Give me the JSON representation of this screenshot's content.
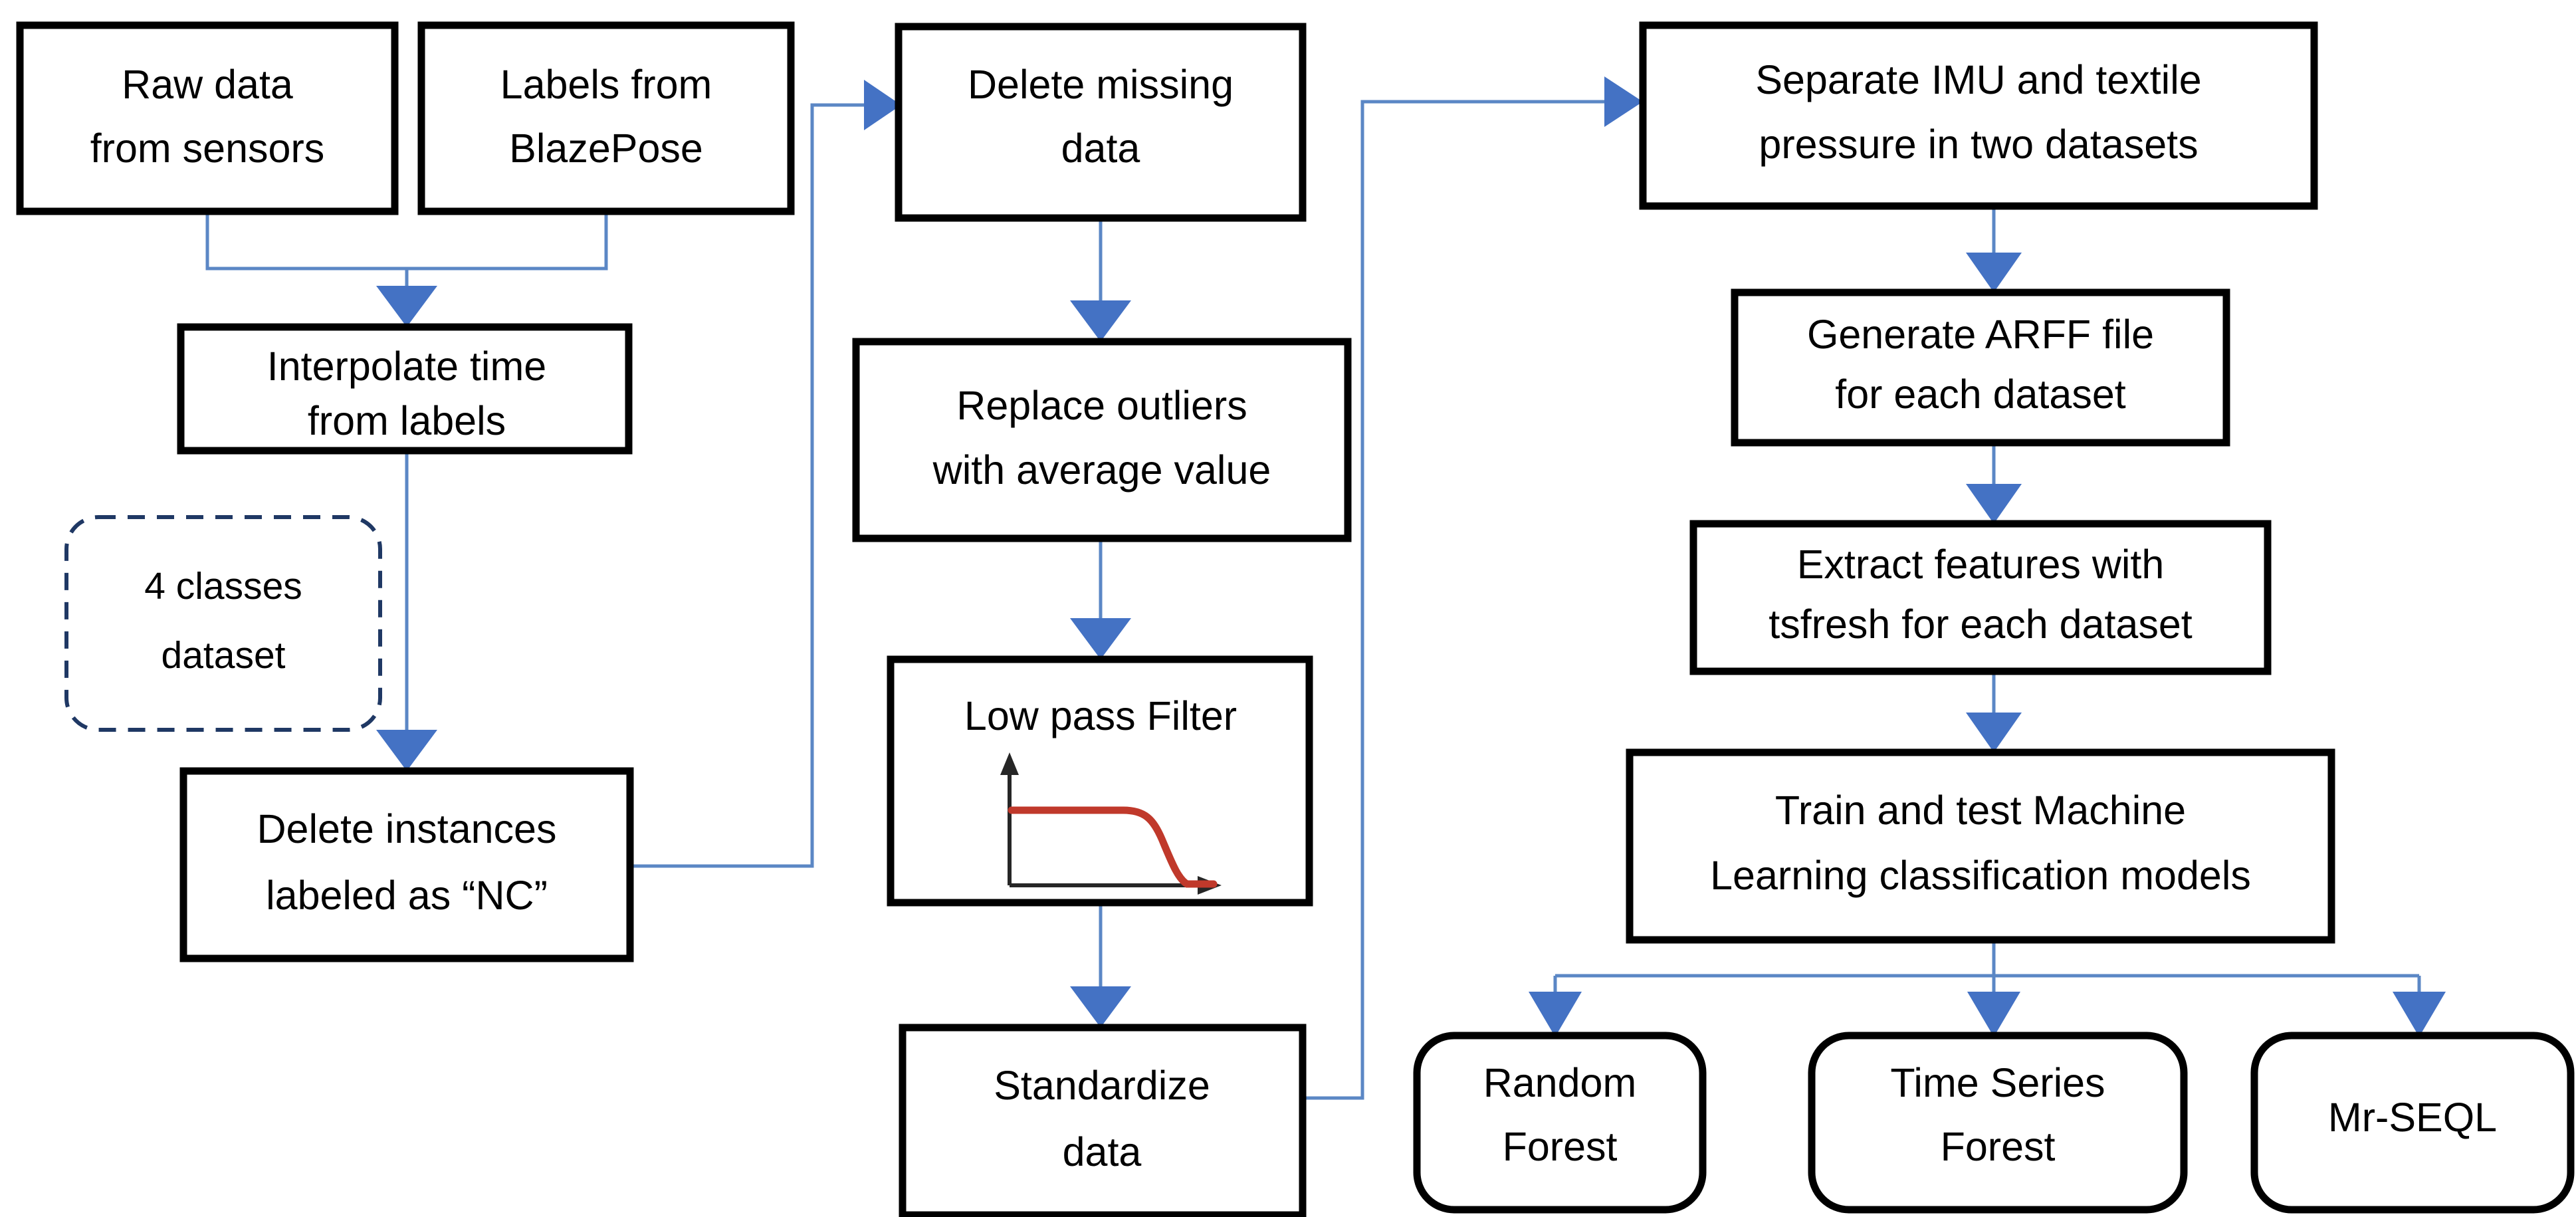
{
  "diagram": {
    "title": "Data processing and machine learning pipeline flowchart",
    "colors": {
      "node_border": "#000000",
      "node_fill": "#ffffff",
      "connector": "#5B87C5",
      "arrow_head": "#4472C4",
      "dashed_border": "#1F3864",
      "filter_curve": "#C0392B",
      "text": "#000000",
      "background": "#ffffff"
    },
    "nodes": [
      {
        "id": "raw-data",
        "shape": "rect",
        "lines": [
          "Raw data",
          "from sensors"
        ]
      },
      {
        "id": "labels",
        "shape": "rect",
        "lines": [
          "Labels from",
          "BlazePose"
        ]
      },
      {
        "id": "interpolate",
        "shape": "rect",
        "lines": [
          "Interpolate time",
          "from labels"
        ]
      },
      {
        "id": "four-classes",
        "shape": "rounded-dash",
        "lines": [
          "4 classes",
          "dataset"
        ]
      },
      {
        "id": "delete-nc",
        "shape": "rect",
        "lines": [
          "Delete instances",
          "labeled as “NC”"
        ]
      },
      {
        "id": "delete-missing",
        "shape": "rect",
        "lines": [
          "Delete missing",
          "data"
        ]
      },
      {
        "id": "replace-outliers",
        "shape": "rect",
        "lines": [
          "Replace outliers",
          "with average value"
        ]
      },
      {
        "id": "low-pass-filter",
        "shape": "rect",
        "lines": [
          "Low pass Filter"
        ]
      },
      {
        "id": "standardize",
        "shape": "rect",
        "lines": [
          "Standardize",
          "data"
        ]
      },
      {
        "id": "separate-imu",
        "shape": "rect",
        "lines": [
          "Separate IMU and textile",
          "pressure in two datasets"
        ]
      },
      {
        "id": "generate-arff",
        "shape": "rect",
        "lines": [
          "Generate ARFF file",
          "for each dataset"
        ]
      },
      {
        "id": "extract-features",
        "shape": "rect",
        "lines": [
          "Extract features with",
          "tsfresh for each dataset"
        ]
      },
      {
        "id": "train-test",
        "shape": "rect",
        "lines": [
          "Train and test Machine",
          "Learning classification models"
        ]
      },
      {
        "id": "random-forest",
        "shape": "rounded",
        "lines": [
          "Random",
          "Forest"
        ]
      },
      {
        "id": "time-series-forest",
        "shape": "rounded",
        "lines": [
          "Time Series",
          "Forest"
        ]
      },
      {
        "id": "mr-seql",
        "shape": "rounded",
        "lines": [
          "Mr-SEQL"
        ]
      }
    ],
    "embedded_plot": {
      "node": "low-pass-filter",
      "description": "low-pass filter frequency response curve",
      "curve_color": "#C0392B",
      "axes": "x-axis and y-axis with arrowheads"
    },
    "edges": [
      {
        "from": "raw-data",
        "to": "interpolate",
        "style": "elbow"
      },
      {
        "from": "labels",
        "to": "interpolate",
        "style": "elbow"
      },
      {
        "from": "interpolate",
        "to": "delete-nc",
        "style": "straight"
      },
      {
        "from": "delete-nc",
        "to": "delete-missing",
        "style": "elbow"
      },
      {
        "from": "delete-missing",
        "to": "replace-outliers",
        "style": "straight"
      },
      {
        "from": "replace-outliers",
        "to": "low-pass-filter",
        "style": "straight"
      },
      {
        "from": "low-pass-filter",
        "to": "standardize",
        "style": "straight"
      },
      {
        "from": "standardize",
        "to": "separate-imu",
        "style": "elbow"
      },
      {
        "from": "separate-imu",
        "to": "generate-arff",
        "style": "straight"
      },
      {
        "from": "generate-arff",
        "to": "extract-features",
        "style": "straight"
      },
      {
        "from": "extract-features",
        "to": "train-test",
        "style": "straight"
      },
      {
        "from": "train-test",
        "to": "random-forest",
        "style": "elbow"
      },
      {
        "from": "train-test",
        "to": "time-series-forest",
        "style": "straight"
      },
      {
        "from": "train-test",
        "to": "mr-seql",
        "style": "elbow"
      }
    ]
  }
}
